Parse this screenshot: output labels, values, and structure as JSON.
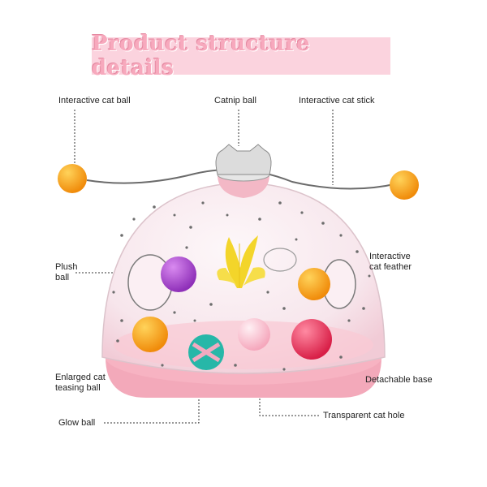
{
  "title": "Product structure details",
  "callouts": {
    "interactive_cat_ball": "Interactive cat ball",
    "catnip_ball": "Catnip ball",
    "interactive_cat_stick": "Interactive cat stick",
    "interactive_cat_feather_1": "Interactive",
    "interactive_cat_feather_2": "cat feather",
    "plush_ball_1": "Plush",
    "plush_ball_2": "ball",
    "enlarged_cat_teasing_ball_1": "Enlarged cat",
    "enlarged_cat_teasing_ball_2": "teasing ball",
    "detachable_base": "Detachable base",
    "glow_ball": "Glow ball",
    "transparent_cat_hole": "Transparent cat hole"
  },
  "colors": {
    "banner_bg": "#fbd3de",
    "banner_text": "#f7a9bd",
    "dome": "#f6e9ee",
    "base_pink": "#f7b3c2",
    "orange_ball": "#f7a21b",
    "purple_ball": "#b24fd9",
    "feather": "#f3d52a",
    "red_ball": "#e8365a",
    "teal_ball": "#27b7a8"
  }
}
